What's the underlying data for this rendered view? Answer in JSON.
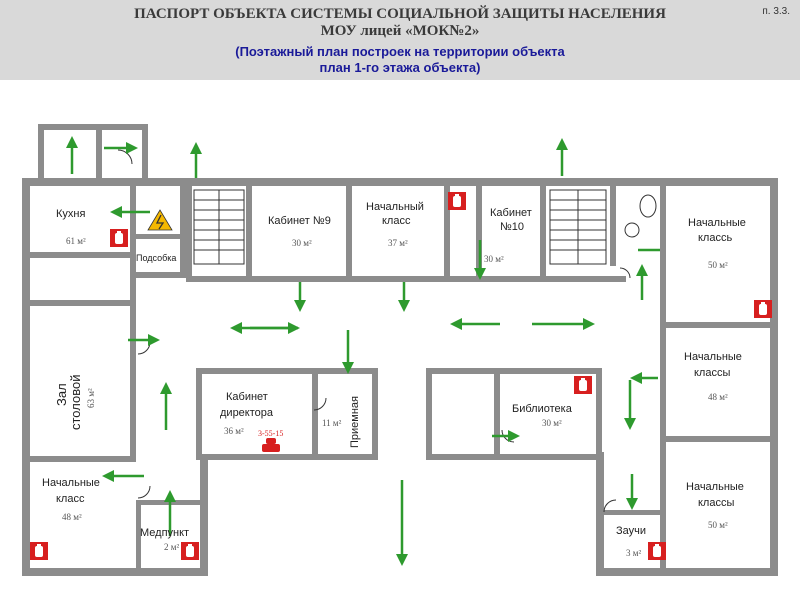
{
  "header": {
    "title_line1": "ПАСПОРТ ОБЪЕКТА СИСТЕМЫ СОЦИАЛЬНОЙ ЗАЩИТЫ НАСЕЛЕНИЯ",
    "title_line2": "МОУ лицей «МОК№2»",
    "subtitle_line1": "(Поэтажный план построек на территории объекта",
    "subtitle_line2": "план 1-го этажа объекта)",
    "page_number": "п. 3.3."
  },
  "rooms": {
    "kitchen": {
      "label": "Кухня",
      "area": "61 м²"
    },
    "storage": {
      "label": "Подсобка"
    },
    "office9": {
      "label": "Кабинет №9",
      "area": "30 м²"
    },
    "primary_class_top": {
      "label_line1": "Начальный",
      "label_line2": "класс",
      "area": "37 м²"
    },
    "office10": {
      "label_line1": "Кабинет",
      "label_line2": "№10",
      "area": "30 м²"
    },
    "primary_classes_right_top": {
      "label_line1": "Начальные",
      "label_line2": "классь",
      "area": "50 м²"
    },
    "dining_hall": {
      "label_line1": "Зал",
      "label_line2": "столовой",
      "area": "63 м²"
    },
    "principal_office": {
      "label_line1": "Кабинет",
      "label_line2": "директора",
      "area": "36 м²",
      "phone": "3-55-15"
    },
    "reception": {
      "label": "Приемная",
      "area": "11 м²"
    },
    "library": {
      "label": "Библиотека",
      "area": "30 м²"
    },
    "primary_classes_right_mid": {
      "label_line1": "Начальные",
      "label_line2": "классы",
      "area": "48 м²"
    },
    "primary_class_bottom_left": {
      "label_line1": "Начальные",
      "label_line2": "класс",
      "area": "48 м²"
    },
    "medical": {
      "label": "Медпункт",
      "area": "2 м²"
    },
    "deputy": {
      "label": "Заучи",
      "area": "3 м²"
    },
    "primary_classes_right_bottom": {
      "label_line1": "Начальные",
      "label_line2": "классы",
      "area": "50 м²"
    }
  },
  "icons": {
    "fire_extinguisher": "fire-extinguisher-icon",
    "electric_hazard": "electric-hazard-icon",
    "telephone": "telephone-icon",
    "evacuation_arrow": "evacuation-arrow-icon"
  },
  "colors": {
    "header_bg": "#d9d9d9",
    "title": "#3a3a3a",
    "subtitle": "#1a1a99",
    "wall": "#8c8c8c",
    "evac_arrow": "#2e9a2e",
    "extinguisher": "#d71f1f",
    "hazard": "#f5b800"
  }
}
